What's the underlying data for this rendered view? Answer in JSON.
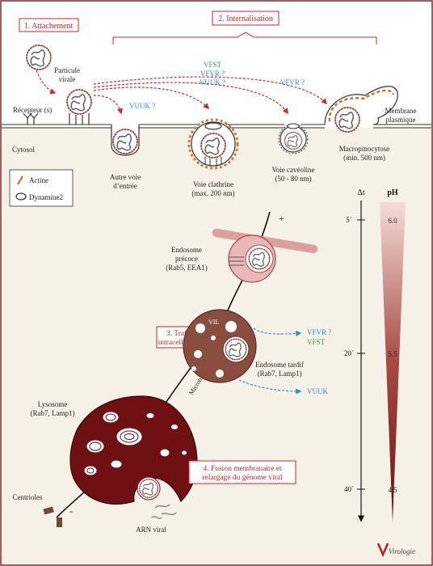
{
  "colors": {
    "frame": "#7a2a2a",
    "cytosol": "#f6f1e6",
    "red_label": "#d0262b",
    "blue_label": "#2c8fc9",
    "green_label": "#2f9e48",
    "dark_maroon": "#6e1014",
    "brown": "#8a4e40",
    "pink": "#e9b8b6",
    "actin": "#c8742a"
  },
  "steps": {
    "attach": "1. Attachement",
    "internal": "2. Internalisation",
    "traffic_l1": "3. Trafic",
    "traffic_l2": "intracellulaire",
    "fusion_l1": "4. Fusion membranaire et",
    "fusion_l2": "relargage du génome viral"
  },
  "labels": {
    "particle_l1": "Particule",
    "particle_l2": "virale",
    "receptor": "Récepteur (s)",
    "cytosol": "Cytosol",
    "membrane_l1": "Membrane",
    "membrane_l2": "plasmique",
    "other_l1": "Autre voie",
    "other_l2": "d’entrée",
    "clathrin_l1": "Voie clathrine",
    "clathrin_l2": "(max. 200 nm)",
    "caveolin_l1": "Voie cavéoline",
    "caveolin_l2": "(50 - 80 nm)",
    "macro_l1": "Macropinocytose",
    "macro_l2": "(min. 500 nm)",
    "early_l1": "Endosome",
    "early_l2": "précoce",
    "early_l3": "(Rab5, EEA1)",
    "late_l1": "Endosome tardif",
    "late_l2": "(Rab7, Lamp1)",
    "vil": "VIL",
    "lyso_l1": "Lysosome",
    "lyso_l2": "(Rab7, Lamp1)",
    "microtubules": "Microtubules",
    "centrioles": "Centrioles",
    "rna": "ARN viral",
    "plus": "+",
    "minus": "-"
  },
  "viruses": {
    "vfst": "VFST",
    "vfvr_q": "VFVR ?",
    "vuuk_q": "VUUK ?",
    "vfvr_q2": "VFVR ?",
    "vuuk_q2": "VUUK ?",
    "late_vfvr": "VFVR ?",
    "late_vfst": "VFST",
    "late_vuuk": "VUUK"
  },
  "legend": {
    "actin": "Actine",
    "dynamin": "Dynamine2"
  },
  "scale": {
    "dt": "Δt",
    "ph": "pH",
    "t1": "5´",
    "t2": "20´",
    "t3": "40´",
    "ph1": "6.0",
    "ph2": "5.5",
    "ph3": "4.5"
  },
  "logo": "Virologie"
}
